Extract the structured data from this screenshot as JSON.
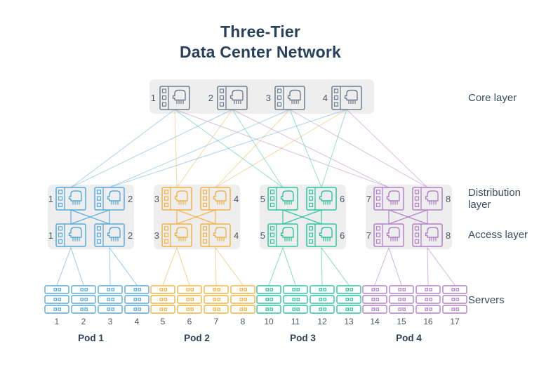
{
  "title": {
    "line1": "Three-Tier",
    "line2": "Data Center Network"
  },
  "layers": {
    "core": "Core layer",
    "distribution": "Distribution layer",
    "access": "Access layer",
    "servers": "Servers"
  },
  "core": {
    "color": "#6E7E8C",
    "switches": [
      {
        "label": "1"
      },
      {
        "label": "2"
      },
      {
        "label": "3"
      },
      {
        "label": "4"
      }
    ]
  },
  "pods": [
    {
      "label": "Pod 1",
      "color": "#57A9DB",
      "distribution_switches": [
        "1",
        "2"
      ],
      "access_switches": [
        "1",
        "2"
      ],
      "servers": [
        "1",
        "2",
        "3",
        "4"
      ]
    },
    {
      "label": "Pod 2",
      "color": "#F0B343",
      "distribution_switches": [
        "3",
        "4"
      ],
      "access_switches": [
        "3",
        "4"
      ],
      "servers": [
        "5",
        "6",
        "7",
        "8"
      ]
    },
    {
      "label": "Pod 3",
      "color": "#2CC69C",
      "distribution_switches": [
        "5",
        "6"
      ],
      "access_switches": [
        "5",
        "6"
      ],
      "servers": [
        "10",
        "11",
        "12",
        "13"
      ]
    },
    {
      "label": "Pod 4",
      "color": "#B180C6",
      "distribution_switches": [
        "7",
        "8"
      ],
      "access_switches": [
        "7",
        "8"
      ],
      "servers": [
        "14",
        "15",
        "16",
        "17"
      ]
    }
  ],
  "topology": {
    "core_to_distribution": {
      "left_switch_cores": [
        1,
        2
      ],
      "right_switch_cores": [
        3,
        4
      ]
    },
    "distribution_to_access": "full mesh within pod (cross-connected)",
    "access_to_servers": {
      "left_switch_racks": [
        1,
        2
      ],
      "right_switch_racks": [
        3,
        4
      ]
    },
    "racks_per_pod": 4,
    "servers_per_rack": 3
  },
  "colors": {
    "panel": "#EEEEEF",
    "title": "#27405B",
    "layer_label": "#3C4D61",
    "number": "#4D5863",
    "pod_label": "#2F4156",
    "background": "#FFFFFF"
  }
}
